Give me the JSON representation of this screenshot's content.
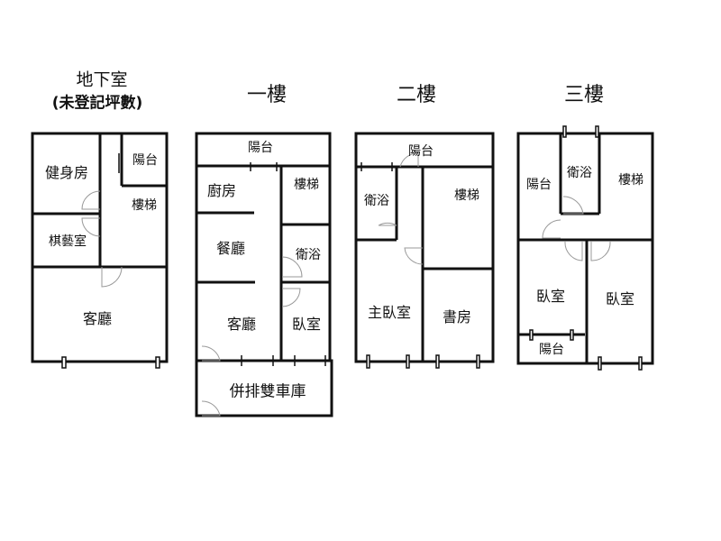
{
  "floors": {
    "basement": {
      "title": "地下室",
      "subtitle": "(未登記坪數)",
      "rooms": [
        "健身房",
        "陽台",
        "樓梯",
        "棋藝室",
        "客廳"
      ]
    },
    "first": {
      "title": "一樓",
      "rooms": [
        "陽台",
        "廚房",
        "樓梯",
        "餐廳",
        "衛浴",
        "客廳",
        "臥室",
        "併排雙車庫"
      ]
    },
    "second": {
      "title": "二樓",
      "rooms": [
        "陽台",
        "衛浴",
        "樓梯",
        "主臥室",
        "書房"
      ]
    },
    "third": {
      "title": "三樓",
      "rooms": [
        "陽台",
        "衛浴",
        "樓梯",
        "臥室",
        "臥室",
        "陽台"
      ]
    }
  }
}
